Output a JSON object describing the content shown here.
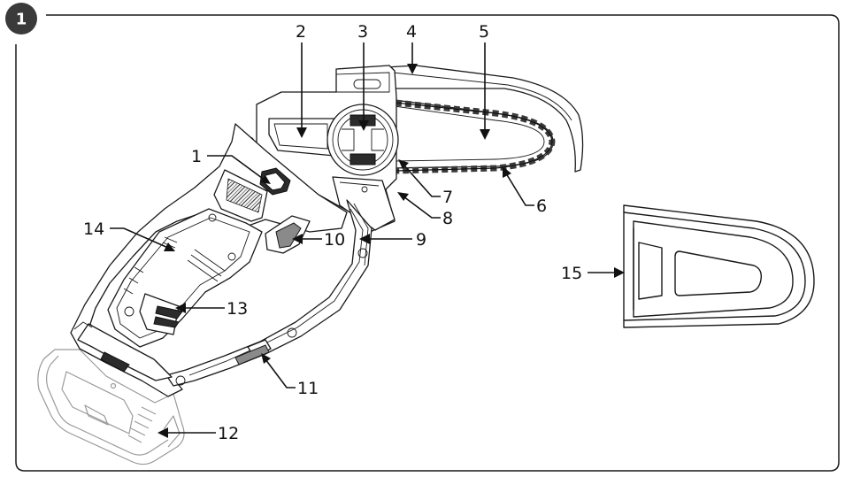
{
  "figure": {
    "number": "1"
  },
  "callouts": [
    {
      "id": "1",
      "text": "1"
    },
    {
      "id": "2",
      "text": "2"
    },
    {
      "id": "3",
      "text": "3"
    },
    {
      "id": "4",
      "text": "4"
    },
    {
      "id": "5",
      "text": "5"
    },
    {
      "id": "6",
      "text": "6"
    },
    {
      "id": "7",
      "text": "7"
    },
    {
      "id": "8",
      "text": "8"
    },
    {
      "id": "9",
      "text": "9"
    },
    {
      "id": "10",
      "text": "10"
    },
    {
      "id": "11",
      "text": "11"
    },
    {
      "id": "12",
      "text": "12"
    },
    {
      "id": "13",
      "text": "13"
    },
    {
      "id": "14",
      "text": "14"
    },
    {
      "id": "15",
      "text": "15"
    }
  ],
  "colors": {
    "ink": "#111111",
    "grey": "#8a8a8a",
    "light": "#bdbdbd",
    "badge": "#3a3a3a"
  }
}
